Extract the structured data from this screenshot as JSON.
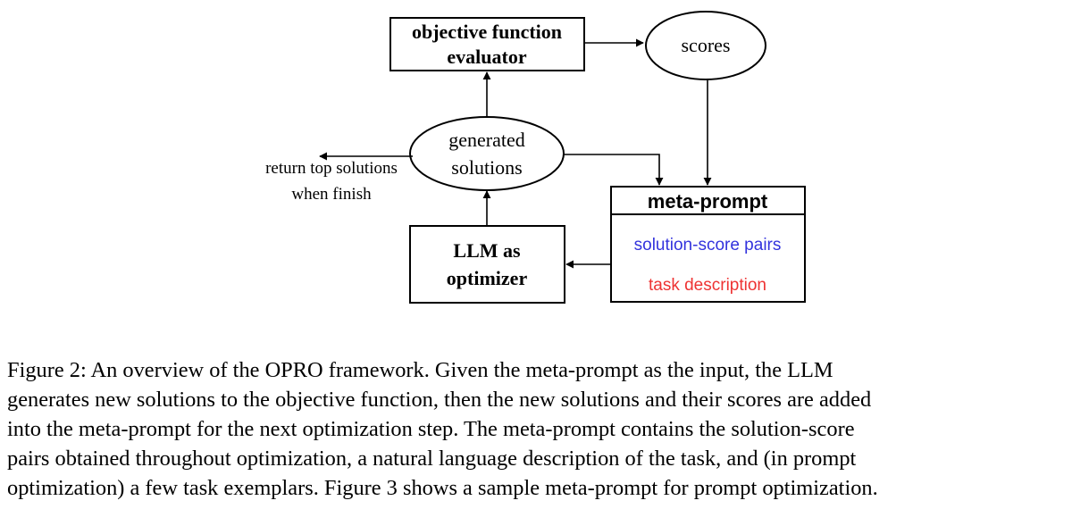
{
  "diagram": {
    "nodes": {
      "evaluator": {
        "line1": "objective function",
        "line2": "evaluator"
      },
      "scores": {
        "label": "scores"
      },
      "generated": {
        "line1": "generated",
        "line2": "solutions"
      },
      "meta_prompt": {
        "title": "meta-prompt",
        "item1": "solution-score pairs",
        "item2": "task description"
      },
      "optimizer": {
        "line1": "LLM as",
        "line2": "optimizer"
      }
    },
    "return_label": {
      "line1": "return top solutions",
      "line2": "when finish"
    },
    "colors": {
      "item1": "#3333dd",
      "item2": "#ee3333",
      "stroke": "#000000"
    }
  },
  "caption": {
    "lines": [
      "Figure 2: An overview of the OPRO framework. Given the meta-prompt as the input, the LLM",
      "generates new solutions to the objective function, then the new solutions and their scores are added",
      "into the meta-prompt for the next optimization step. The meta-prompt contains the solution-score",
      "pairs obtained throughout optimization, a natural language description of the task, and (in prompt",
      "optimization) a few task exemplars. Figure 3 shows a sample meta-prompt for prompt optimization."
    ]
  }
}
